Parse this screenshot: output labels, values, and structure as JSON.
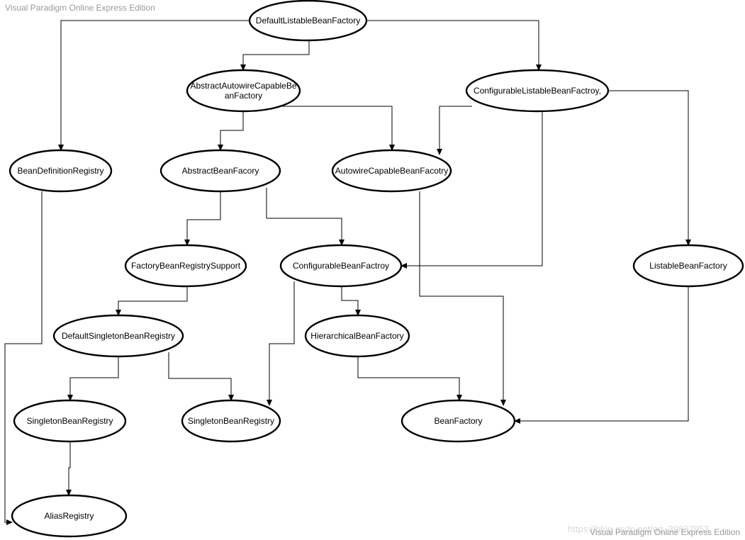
{
  "watermark": {
    "top_left": "Visual Paradigm Online Express Edition",
    "bottom_right": "Visual Paradigm Online Express Edition",
    "url": "https://blog.csdn.net/qq_39837953"
  },
  "colors": {
    "stroke": "#000000",
    "fill": "#ffffff",
    "watermark": "#999999"
  },
  "nodes": [
    {
      "id": "n1",
      "label": [
        "DefaultListableBeanFactory"
      ]
    },
    {
      "id": "n2",
      "label": [
        "AbstractAutowireCapableBe",
        "anFactory"
      ]
    },
    {
      "id": "n3",
      "label": [
        "ConfigurableListableBeanFactroy,"
      ]
    },
    {
      "id": "n4",
      "label": [
        "BeanDefinitionRegistry"
      ]
    },
    {
      "id": "n5",
      "label": [
        "AbstractBeanFacory"
      ]
    },
    {
      "id": "n6",
      "label": [
        "AutowireCapableBeanFacotry"
      ]
    },
    {
      "id": "n7",
      "label": [
        "FactoryBeanRegistrySupport"
      ]
    },
    {
      "id": "n8",
      "label": [
        "ConfigurableBeanFactroy"
      ]
    },
    {
      "id": "n9",
      "label": [
        "ListableBeanFactory"
      ]
    },
    {
      "id": "n10",
      "label": [
        "DefaultSingletonBeanRegistry"
      ]
    },
    {
      "id": "n11",
      "label": [
        "HierarchicalBeanFactory"
      ]
    },
    {
      "id": "n12",
      "label": [
        "SingletonBeanRegistry"
      ]
    },
    {
      "id": "n13",
      "label": [
        "SingletonBeanRegistry"
      ]
    },
    {
      "id": "n14",
      "label": [
        "BeanFactory"
      ]
    },
    {
      "id": "n15",
      "label": [
        "AliasRegistry"
      ]
    }
  ],
  "edges": [
    {
      "from": "n1",
      "to": "n4"
    },
    {
      "from": "n1",
      "to": "n2"
    },
    {
      "from": "n1",
      "to": "n3"
    },
    {
      "from": "n2",
      "to": "n5"
    },
    {
      "from": "n2",
      "to": "n6"
    },
    {
      "from": "n3",
      "to": "n6"
    },
    {
      "from": "n3",
      "to": "n8"
    },
    {
      "from": "n3",
      "to": "n9"
    },
    {
      "from": "n4",
      "to": "n15"
    },
    {
      "from": "n5",
      "to": "n7"
    },
    {
      "from": "n5",
      "to": "n8"
    },
    {
      "from": "n6",
      "to": "n14"
    },
    {
      "from": "n7",
      "to": "n10"
    },
    {
      "from": "n8",
      "to": "n11"
    },
    {
      "from": "n8",
      "to": "n13"
    },
    {
      "from": "n9",
      "to": "n14"
    },
    {
      "from": "n10",
      "to": "n12"
    },
    {
      "from": "n10",
      "to": "n13"
    },
    {
      "from": "n11",
      "to": "n14"
    },
    {
      "from": "n12",
      "to": "n15"
    }
  ]
}
